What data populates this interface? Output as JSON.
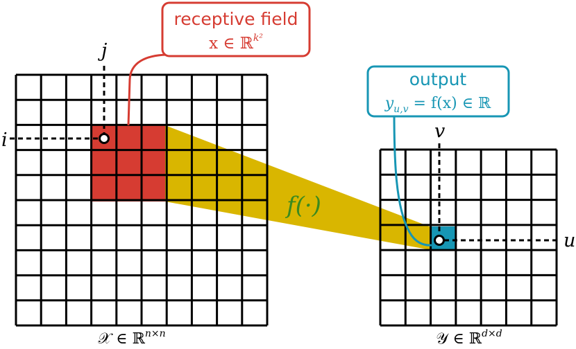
{
  "input_grid": {
    "label": "𝒳 ∈ ℝ",
    "label_sup": "n×n",
    "row_index": "i",
    "col_index": "j"
  },
  "output_grid": {
    "label": "𝒴 ∈ ℝ",
    "label_sup": "d×d",
    "row_index": "u",
    "col_index": "v"
  },
  "function_label": "f(·)",
  "receptive_field": {
    "title": "receptive field",
    "formula": "x ∈ ℝ",
    "formula_sup": "k²"
  },
  "output_callout": {
    "title": "output",
    "formula": "y",
    "formula_sub": "u,v",
    "formula_rest": " = f(x) ∈ ℝ"
  },
  "colors": {
    "receptive": "#d63c32",
    "projection": "#d9b600",
    "output_cell": "#1796b4",
    "function_text": "#3a8a1e",
    "grid": "#000000"
  }
}
